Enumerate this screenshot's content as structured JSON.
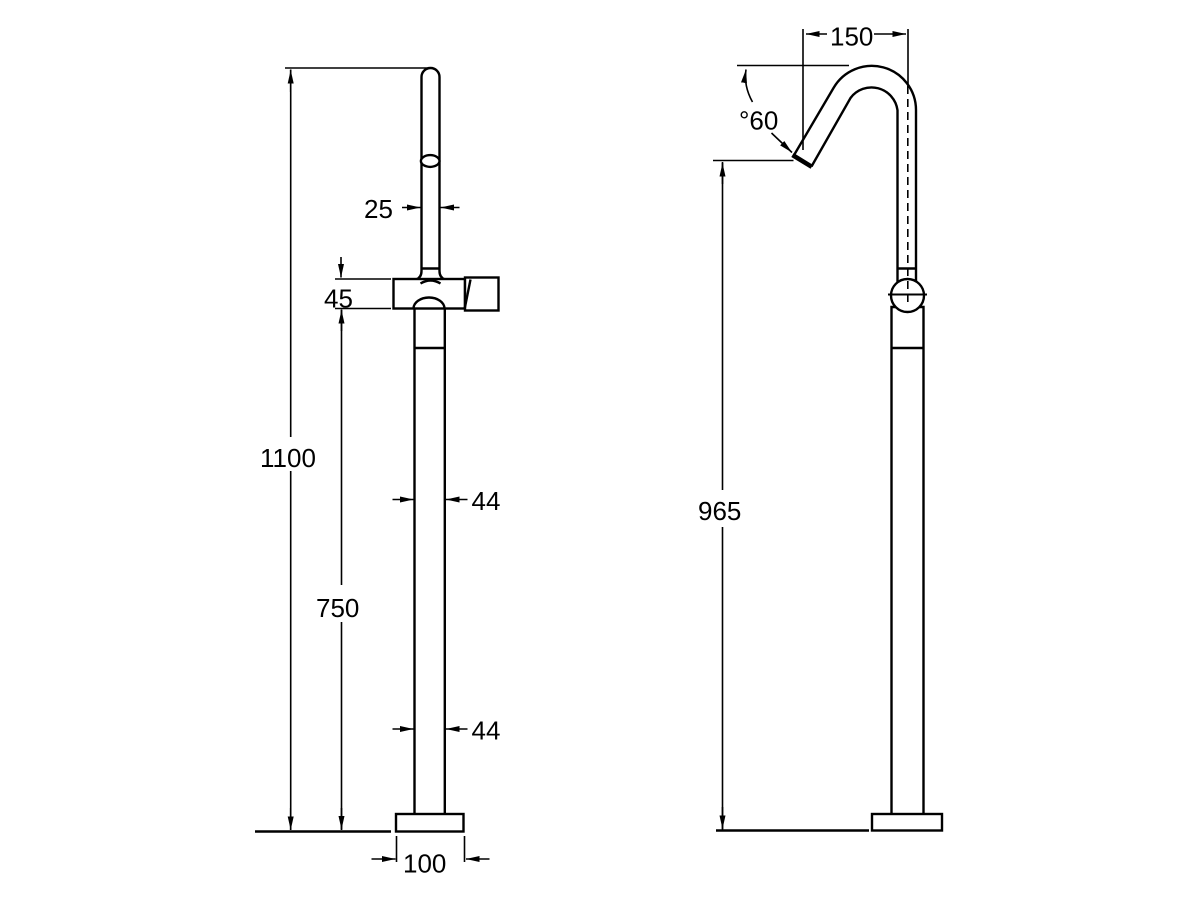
{
  "drawing": {
    "front_view": {
      "dims": {
        "spout_diameter": "25",
        "body_height": "45",
        "overall_height": "1100",
        "column_height": "750",
        "upper_column_diameter": "44",
        "lower_column_diameter": "44",
        "base_diameter": "100"
      }
    },
    "side_view": {
      "dims": {
        "spout_reach": "150",
        "spout_angle": "°60",
        "spout_outlet_height": "965"
      }
    }
  }
}
